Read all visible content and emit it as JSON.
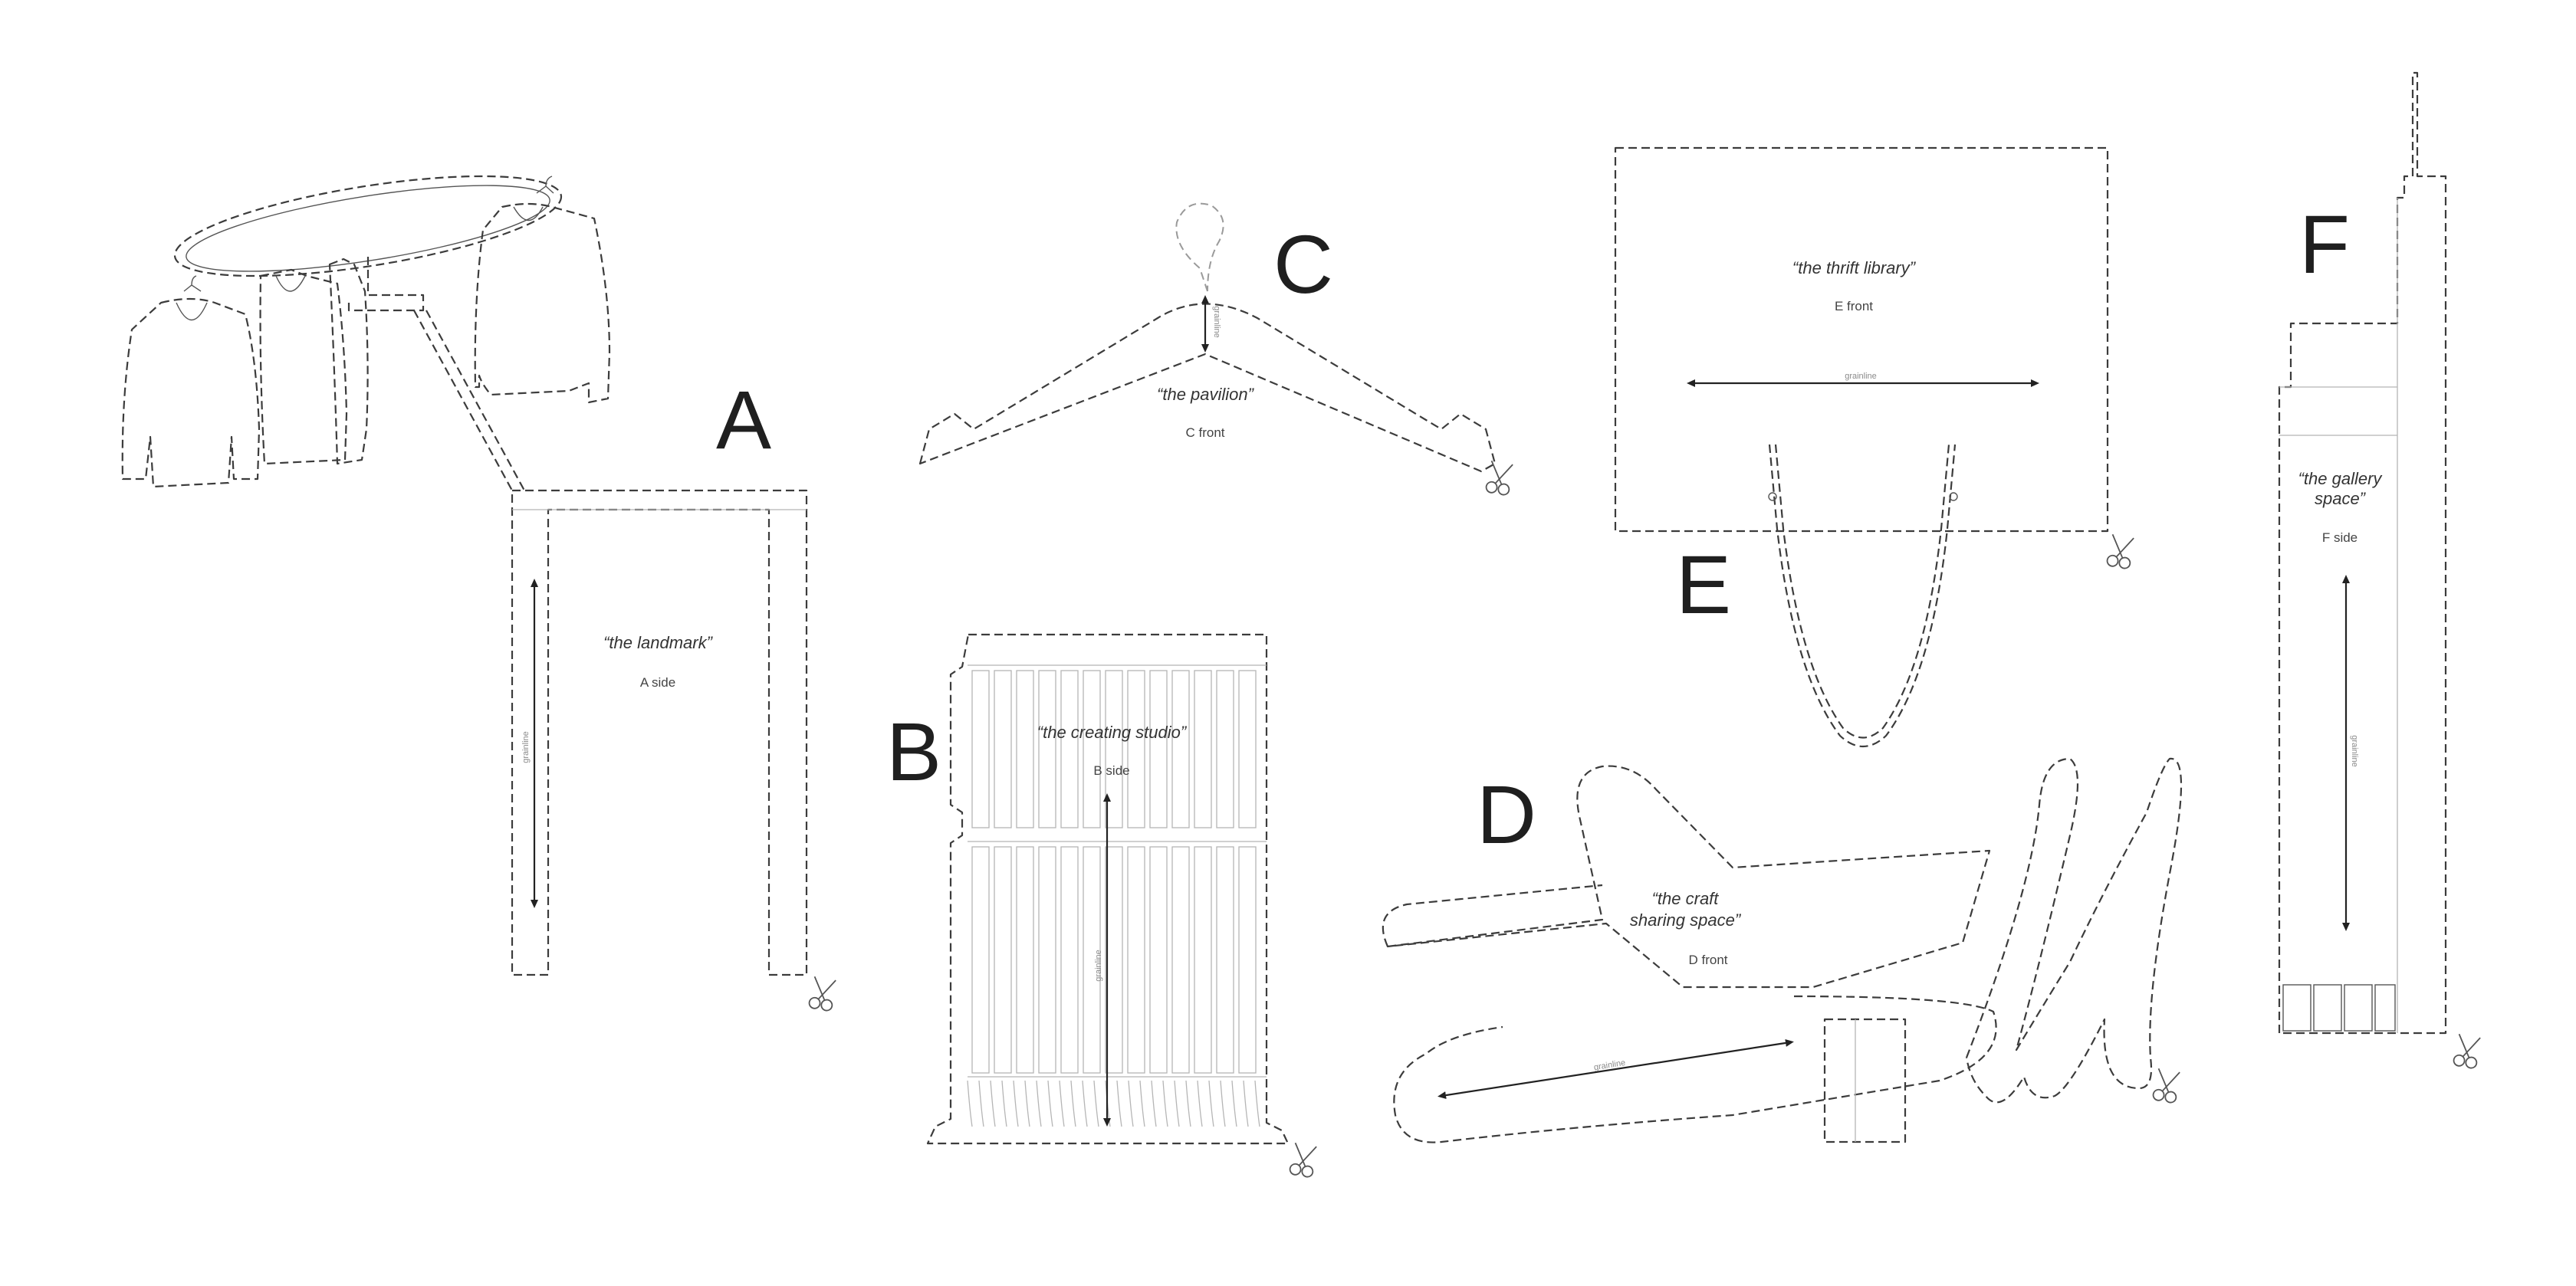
{
  "pieces": {
    "a": {
      "letter": "A",
      "title": "“the landmark”",
      "caption": "A side",
      "grainline": "grainline"
    },
    "b": {
      "letter": "B",
      "title": "“the creating studio”",
      "caption": "B side",
      "grainline": "grainline"
    },
    "c": {
      "letter": "C",
      "title": "“the pavilion”",
      "caption": "C front",
      "grainline": "grainline"
    },
    "d": {
      "letter": "D",
      "title_line1": "“the craft",
      "title_line2": "sharing space”",
      "caption": "D front",
      "grainline": "grainline"
    },
    "e": {
      "letter": "E",
      "title": "“the thrift library”",
      "caption": "E front",
      "grainline": "grainline"
    },
    "f": {
      "letter": "F",
      "title_line1": "“the gallery",
      "title_line2": "space”",
      "caption": "F side",
      "grainline": "grainline"
    }
  },
  "icons": [
    "scissors-icon",
    "hanger-icon",
    "sweater-icon",
    "shopping-bag-handle-icon"
  ]
}
